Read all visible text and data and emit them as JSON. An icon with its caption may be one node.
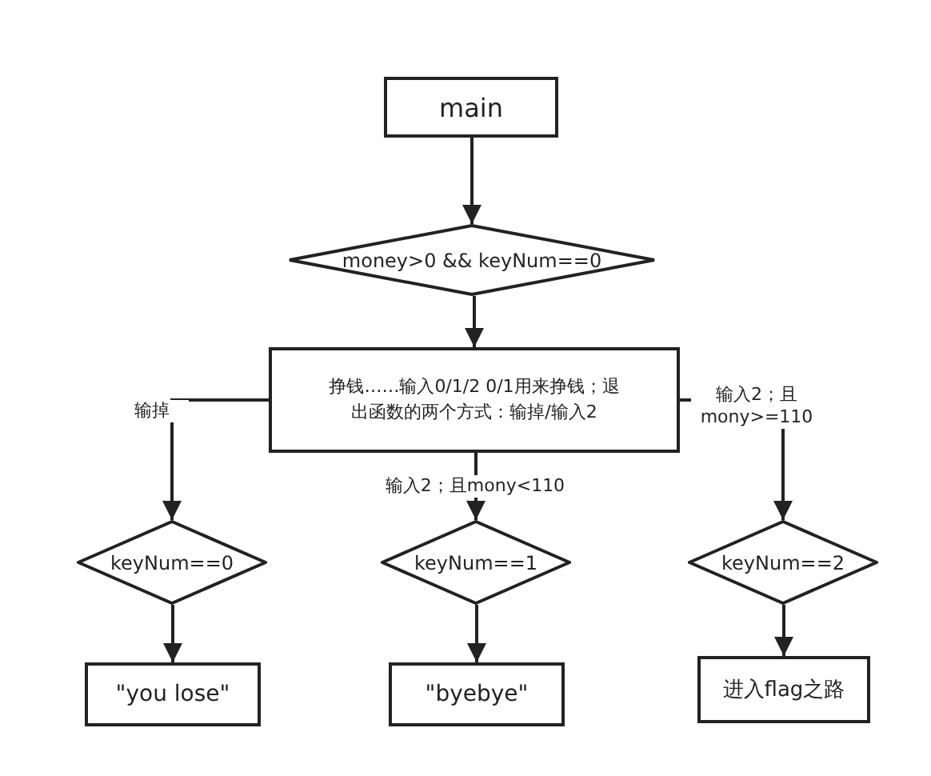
{
  "diagram": {
    "nodes": [
      {
        "text": [
          "main"
        ]
      },
      {
        "text": [
          "money>0 && keyNum==0"
        ]
      },
      {
        "text": [
          "挣钱……输入0/1/2 0/1用来挣钱；退出函数的两个方式：输掉/输入2"
        ]
      },
      {
        "text": [
          "keyNum==0"
        ]
      },
      {
        "text": [
          "keyNum==1"
        ]
      },
      {
        "text": [
          "keyNum==2"
        ]
      },
      {
        "text": [
          "\"you lose\""
        ]
      },
      {
        "text": [
          "\"byebye\""
        ]
      },
      {
        "text": [
          "进入flag之路"
        ]
      }
    ],
    "edges": [
      {
        "from": 0,
        "to": 1,
        "arrow": "to"
      },
      {
        "from": 1,
        "to": 2,
        "arrow": "to"
      },
      {
        "from": 2,
        "to": 3,
        "arrow": "to",
        "label": "输掉"
      },
      {
        "from": 2,
        "to": 4,
        "arrow": "to",
        "label": "输入2；且mony<110"
      },
      {
        "from": 2,
        "to": 5,
        "arrow": "to",
        "label": "输入2；且mony>=110"
      },
      {
        "from": 3,
        "to": 6,
        "arrow": "to"
      },
      {
        "from": 4,
        "to": 7,
        "arrow": "to"
      },
      {
        "from": 5,
        "to": 8,
        "arrow": "to"
      }
    ]
  }
}
